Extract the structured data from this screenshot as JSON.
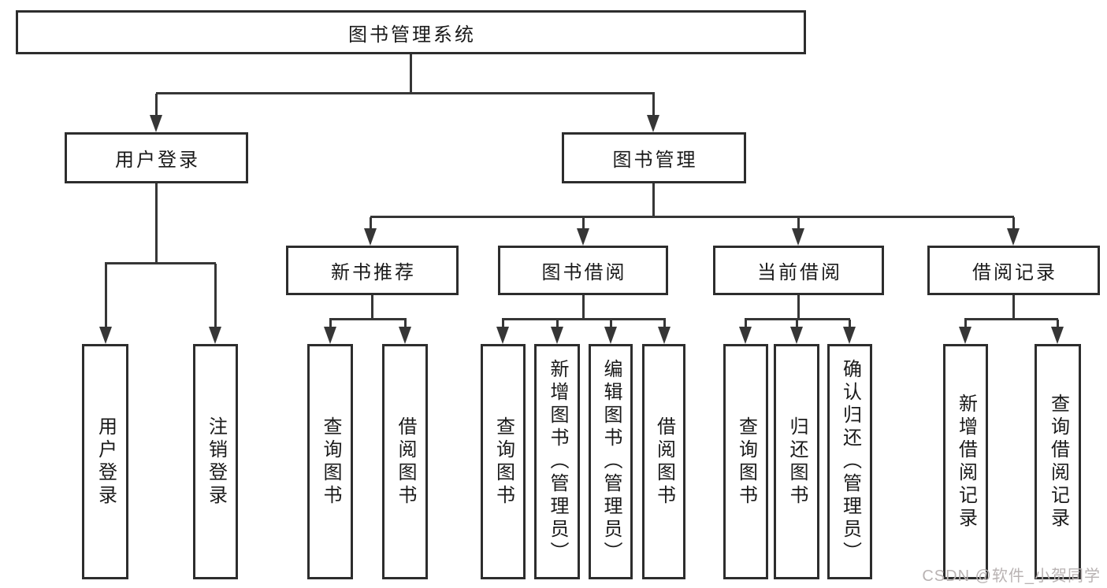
{
  "colors": {
    "background": "#ffffff",
    "box_border": "#2d2d2d",
    "connector_line": "#363636",
    "text": "#1a1a1a",
    "watermark": "#b9b3b3"
  },
  "diagram": {
    "root": {
      "label": "图书管理系统"
    },
    "level2": [
      {
        "label": "用户登录"
      },
      {
        "label": "图书管理"
      }
    ],
    "level3": [
      {
        "label": "新书推荐",
        "parent": "图书管理"
      },
      {
        "label": "图书借阅",
        "parent": "图书管理"
      },
      {
        "label": "当前借阅",
        "parent": "图书管理"
      },
      {
        "label": "借阅记录",
        "parent": "图书管理"
      }
    ],
    "leaves": [
      {
        "label": "用户登录",
        "parent": "用户登录"
      },
      {
        "label": "注销登录",
        "parent": "用户登录"
      },
      {
        "label": "查询图书",
        "parent": "新书推荐"
      },
      {
        "label": "借阅图书",
        "parent": "新书推荐"
      },
      {
        "label": "查询图书",
        "parent": "图书借阅"
      },
      {
        "label": "新增图书（管理员）",
        "parent": "图书借阅"
      },
      {
        "label": "编辑图书（管理员）",
        "parent": "图书借阅"
      },
      {
        "label": "借阅图书",
        "parent": "图书借阅"
      },
      {
        "label": "查询图书",
        "parent": "当前借阅"
      },
      {
        "label": "归还图书",
        "parent": "当前借阅"
      },
      {
        "label": "确认归还（管理员）",
        "parent": "当前借阅"
      },
      {
        "label": "新增借阅记录",
        "parent": "借阅记录"
      },
      {
        "label": "查询借阅记录",
        "parent": "借阅记录"
      }
    ]
  },
  "watermark": {
    "text": "CSDN @软件_小贺同学"
  }
}
